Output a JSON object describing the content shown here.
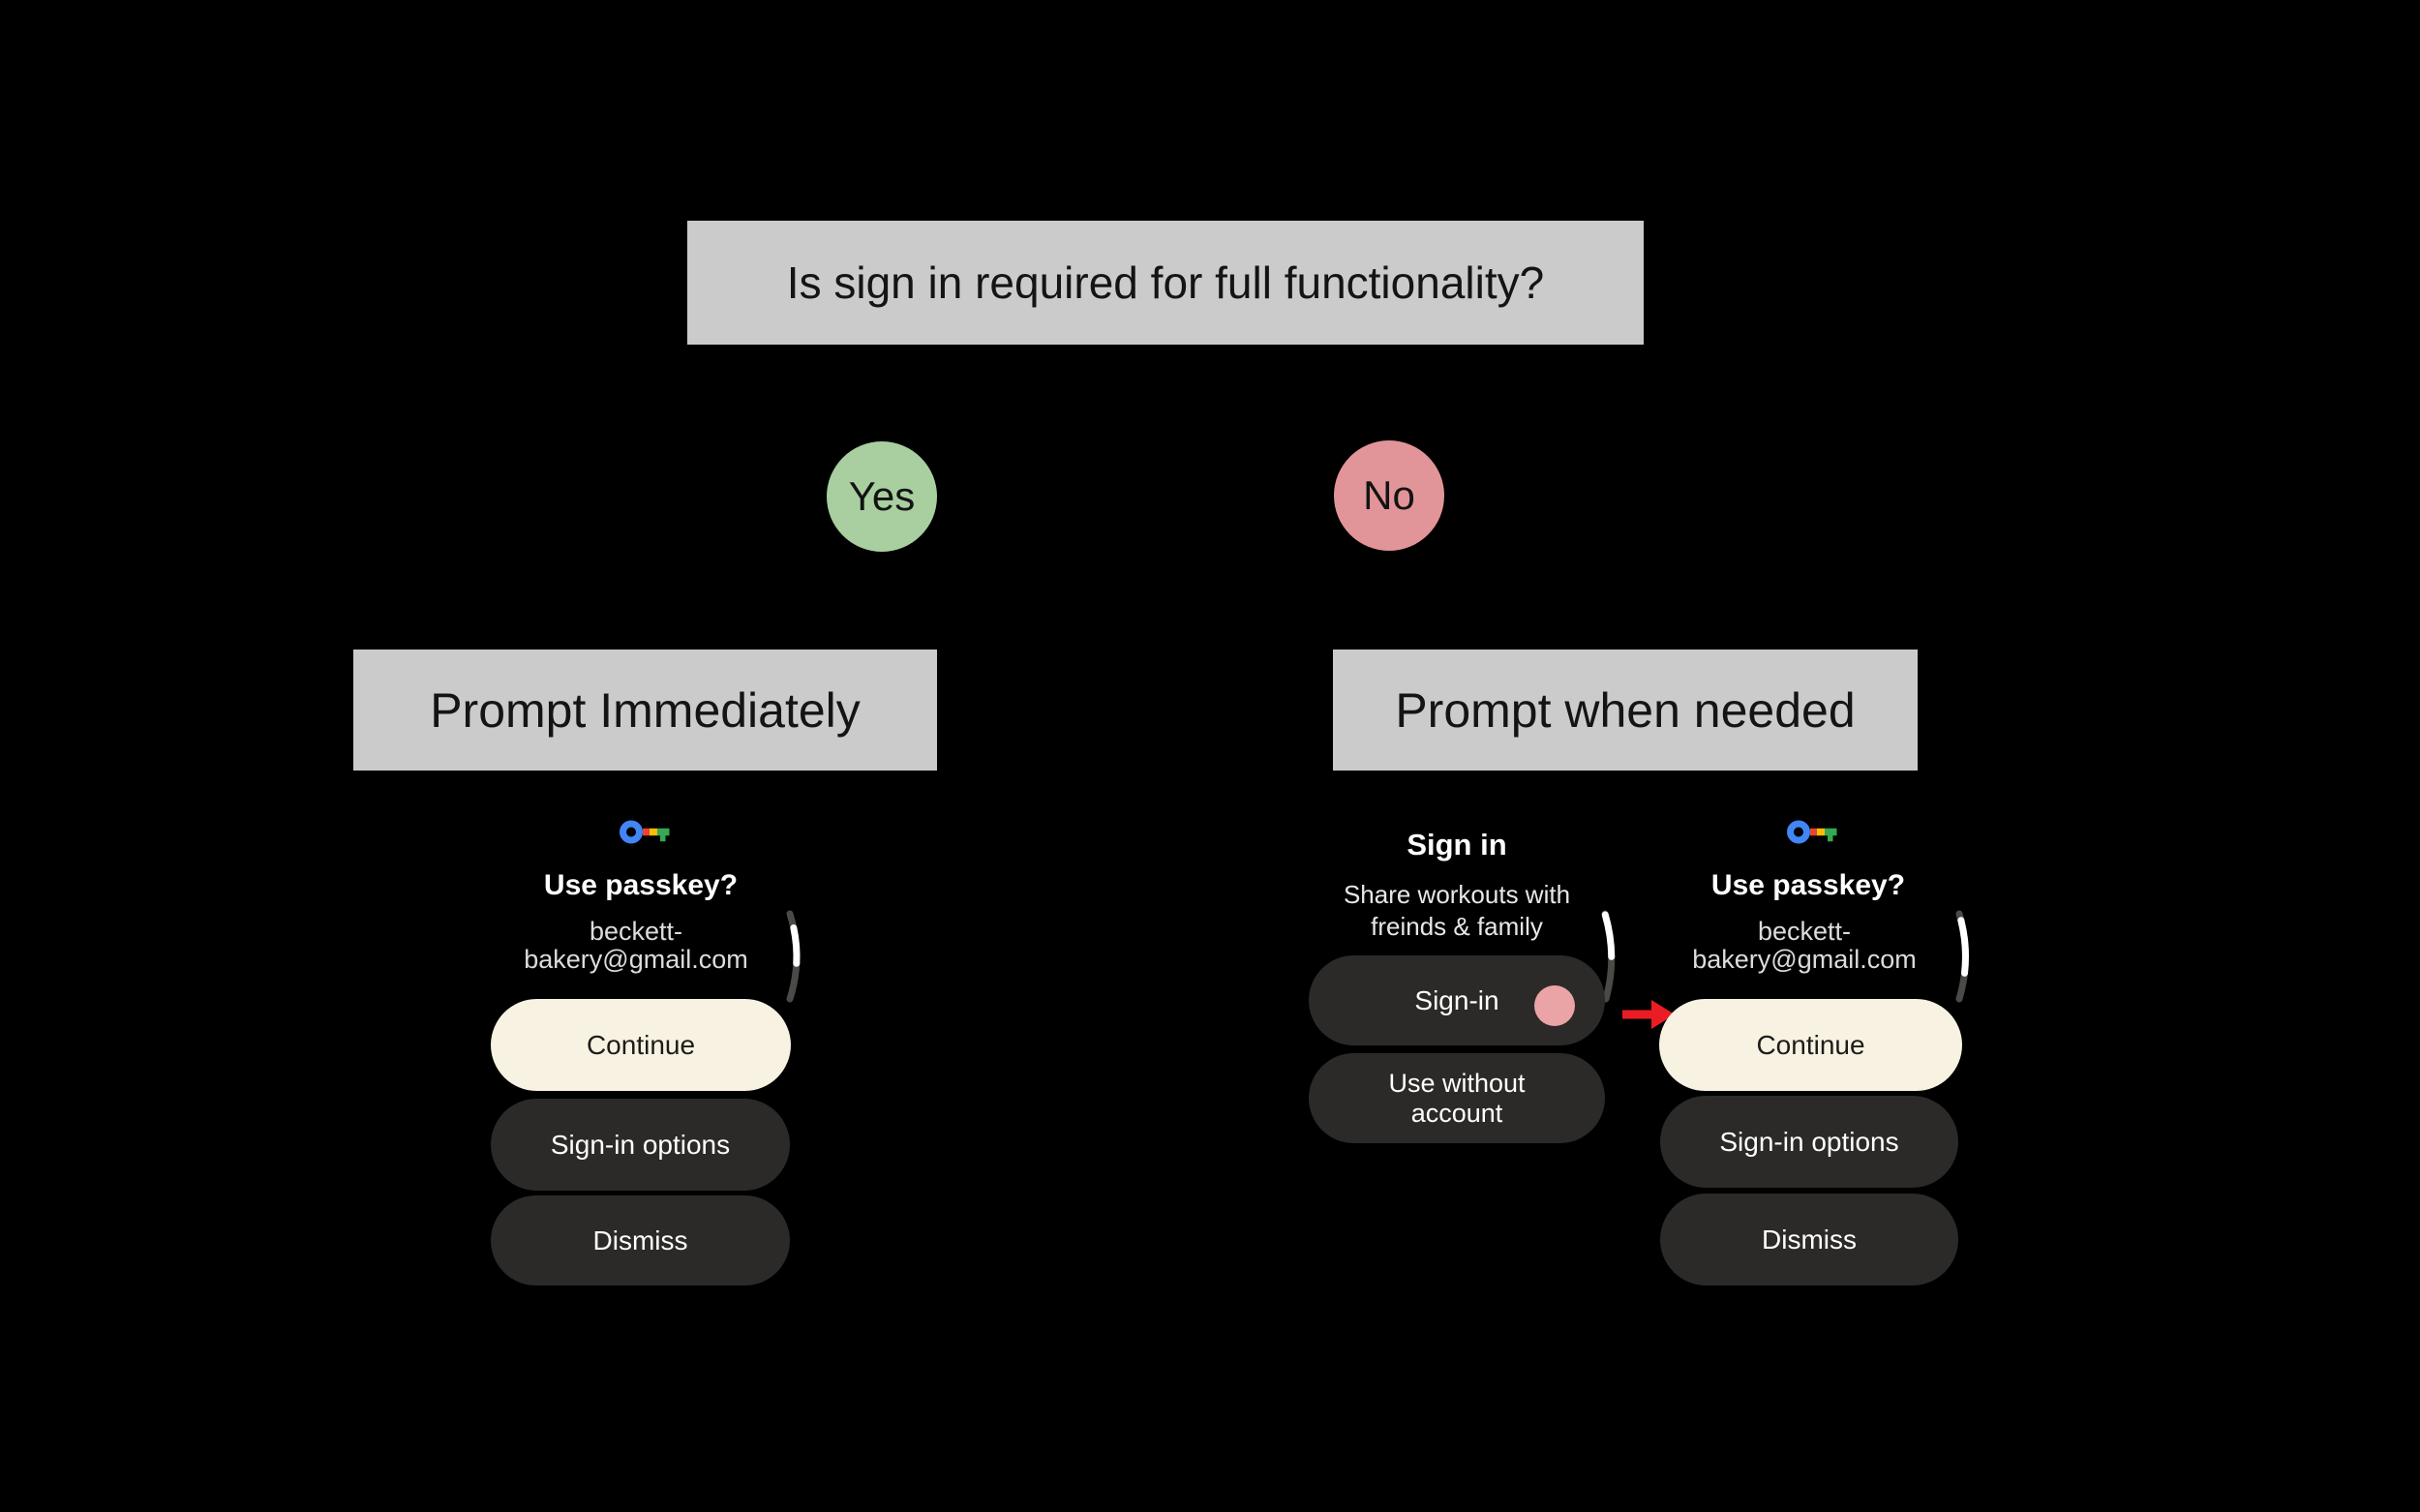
{
  "colors": {
    "background": "#000000",
    "flow_box_gray": "#cbcbcb",
    "flow_text": "#141414",
    "yes_green": "#a9cfa0",
    "no_red": "#e29598",
    "button_cream": "#f8f2e2",
    "button_dark": "#2b2a28",
    "tap_pink": "#eba4a6",
    "arrow_red": "#ec1c24",
    "scroll_track": "#4c4a47",
    "scroll_thumb": "#ffffff",
    "watch_text": "#ffffff",
    "watch_text_muted": "#dcdcdc",
    "key_blue": "#4285f4",
    "key_red": "#ea4335",
    "key_yellow": "#fbbc04",
    "key_green": "#34a853"
  },
  "flowchart": {
    "question": "Is sign in required for full functionality?",
    "yes_label": "Yes",
    "no_label": "No",
    "branch_yes_title": "Prompt Immediately",
    "branch_no_title": "Prompt when needed"
  },
  "passkey_screen_left": {
    "title": "Use passkey?",
    "account_line1": "beckett-",
    "account_line2": "bakery@gmail.com",
    "continue_label": "Continue",
    "sign_in_options_label": "Sign-in options",
    "dismiss_label": "Dismiss"
  },
  "sign_in_screen": {
    "title": "Sign in",
    "subtitle_line1": "Share workouts with",
    "subtitle_line2": "freinds & family",
    "sign_in_label": "Sign-in",
    "use_without_line1": "Use without",
    "use_without_line2": "account"
  },
  "passkey_screen_right": {
    "title": "Use passkey?",
    "account_line1": "beckett-",
    "account_line2": "bakery@gmail.com",
    "continue_label": "Continue",
    "sign_in_options_label": "Sign-in options",
    "dismiss_label": "Dismiss"
  }
}
